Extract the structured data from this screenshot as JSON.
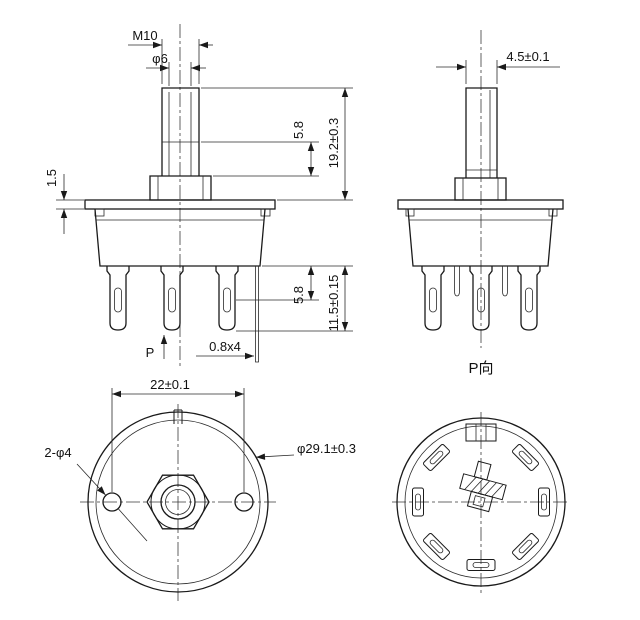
{
  "style": {
    "line_color": "#1a1a1a",
    "background": "#ffffff"
  },
  "front_view": {
    "dim_thread": "M10",
    "dim_shaft_diameter": "φ6",
    "dim_flange_thickness": "1.5",
    "dim_upper_shaft": "5.8",
    "dim_overall_height": "19.2±0.3",
    "dim_terminal_slot": "5.8",
    "dim_terminal_length": "11.5±0.15",
    "label_view_arrow": "P",
    "dim_terminal_section": "0.8x4"
  },
  "side_view": {
    "dim_shaft_width": "4.5±0.1",
    "label_view_name": "P向"
  },
  "mounting_face_view": {
    "dim_hole_spacing": "22±0.1",
    "dim_mounting_holes": "2-φ4",
    "dim_body_diameter": "φ29.1±0.3"
  }
}
